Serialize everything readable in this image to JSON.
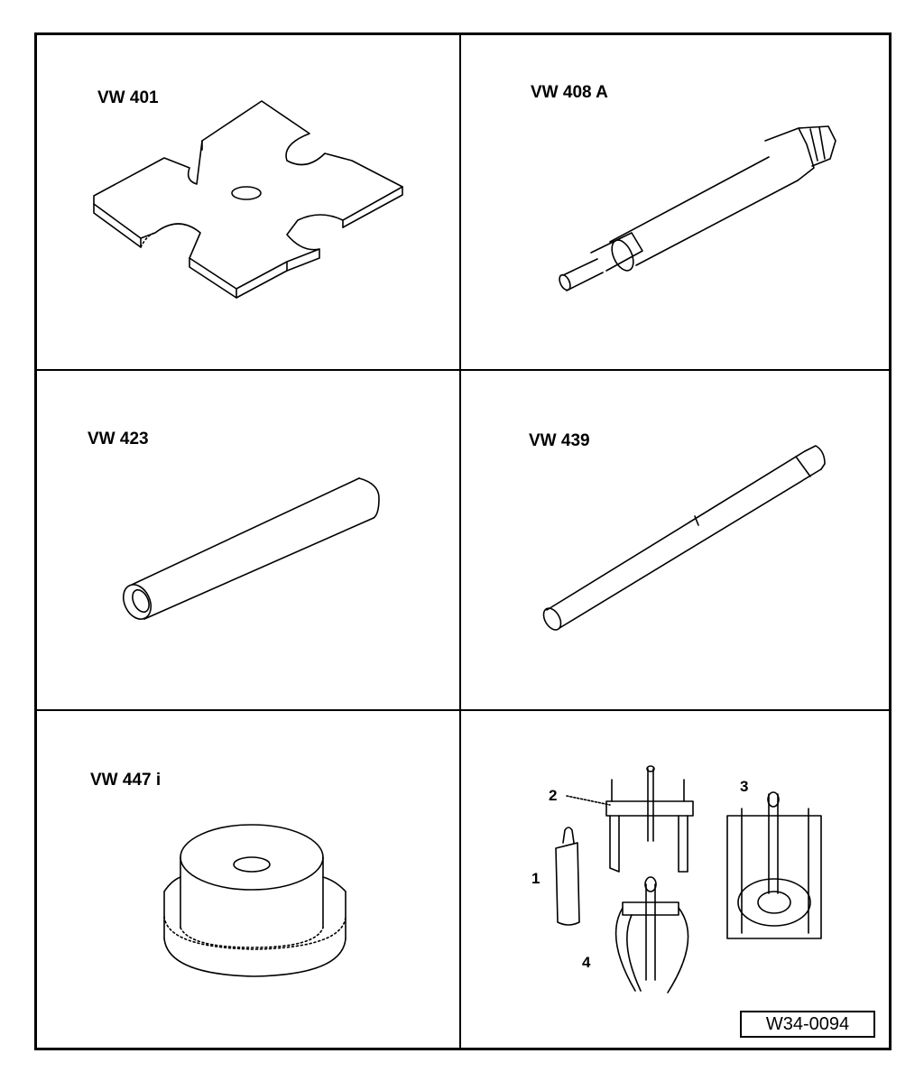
{
  "tools": [
    {
      "label": "VW 401"
    },
    {
      "label": "VW 408 A"
    },
    {
      "label": "VW 423"
    },
    {
      "label": "VW 439"
    },
    {
      "label": "VW 447 i"
    }
  ],
  "puller_set": {
    "items": [
      "1",
      "2",
      "3",
      "4"
    ]
  },
  "figure_number": "W34-0094",
  "colors": {
    "line": "#000000",
    "background": "#ffffff"
  }
}
